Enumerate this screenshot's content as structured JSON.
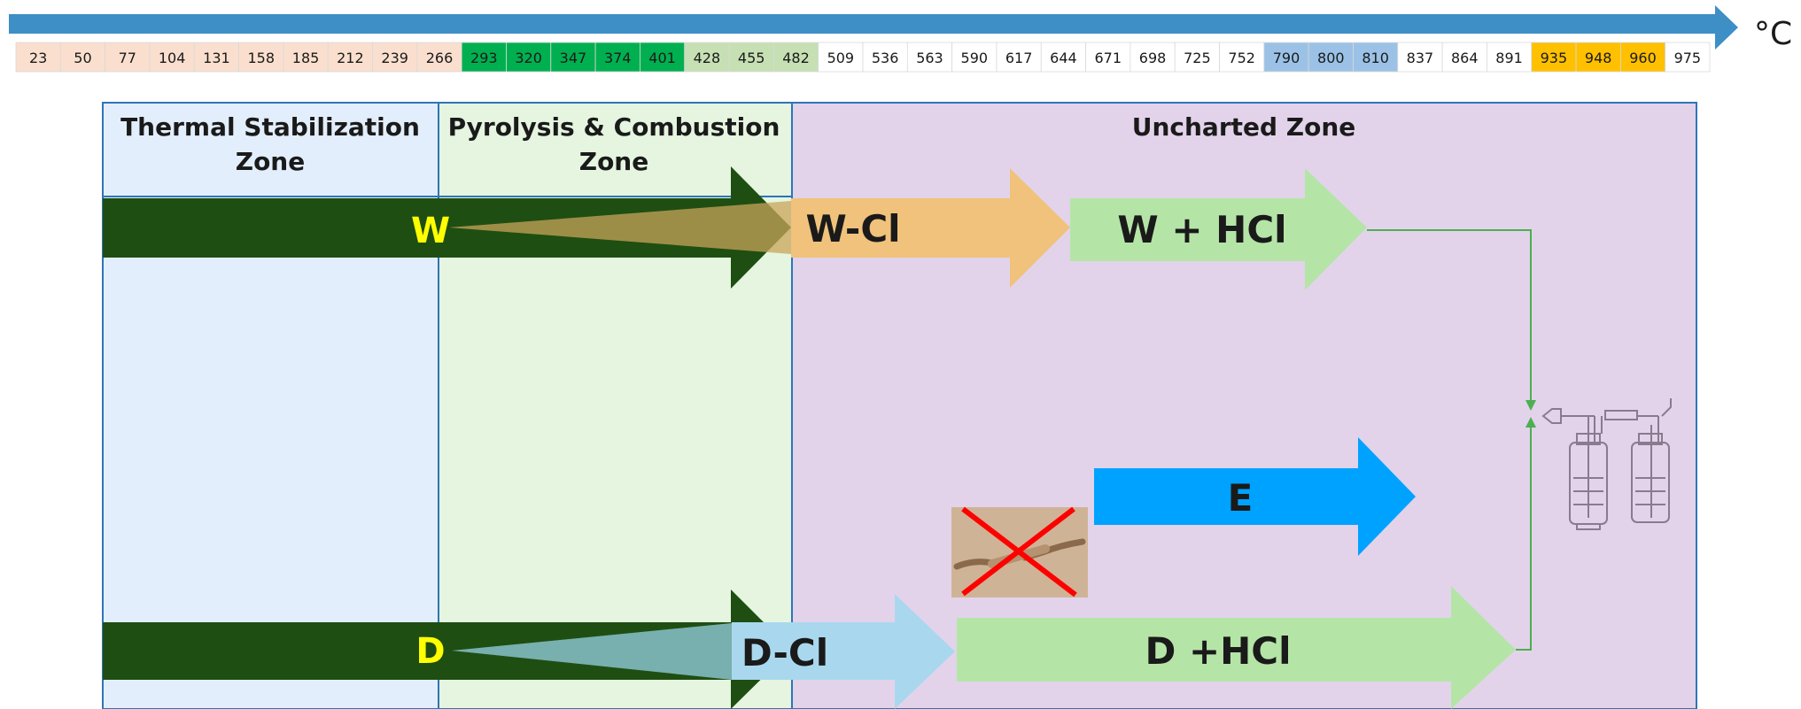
{
  "title_text": "",
  "temperature_axis": {
    "unit": "°C",
    "ticks": [
      "23",
      "50",
      "77",
      "104",
      "131",
      "158",
      "185",
      "212",
      "239",
      "266",
      "293",
      "320",
      "347",
      "374",
      "401",
      "428",
      "455",
      "482",
      "509",
      "536",
      "563",
      "590",
      "617",
      "644",
      "671",
      "698",
      "725",
      "752",
      "790",
      "800",
      "810",
      "837",
      "864",
      "891",
      "935",
      "948",
      "960",
      "975"
    ],
    "highlight_colors": [
      "#fadfce",
      "#fadfce",
      "#fadfce",
      "#fadfce",
      "#fadfce",
      "#fadfce",
      "#fadfce",
      "#fadfce",
      "#fadfce",
      "#fadfce",
      "#00b050",
      "#00b050",
      "#00b050",
      "#00b050",
      "#00b050",
      "#c6e0b4",
      "#c6e0b4",
      "#c6e0b4",
      "#ffffff",
      "#ffffff",
      "#ffffff",
      "#ffffff",
      "#ffffff",
      "#ffffff",
      "#ffffff",
      "#ffffff",
      "#ffffff",
      "#ffffff",
      "#9bc2e6",
      "#9bc2e6",
      "#9bc2e6",
      "#ffffff",
      "#ffffff",
      "#ffffff",
      "#ffc000",
      "#ffc000",
      "#ffc000",
      "#ffffff"
    ]
  },
  "zones": {
    "thermal": "Thermal Stabilization Zone",
    "pyrolysis": "Pyrolysis & Combustion Zone",
    "uncharted": "Uncharted Zone"
  },
  "flows": {
    "w_source": "W",
    "w_cl": "W-Cl",
    "w_hcl": "W + HCl",
    "e": "E",
    "d_source": "D",
    "d_cl": "D-Cl",
    "d_hcl": "D +HCl"
  },
  "colors": {
    "axis_arrow": "#3d8fc5",
    "dark_green": "#1f4e12",
    "orange": "#f0c27b",
    "light_green": "#b4e5a7",
    "blue": "#00a2ff",
    "light_blue": "#a9d8ee",
    "thermal_bg": "#e3eefc",
    "pyrolysis_bg": "#e5f5e0",
    "uncharted_bg": "#e2d3eb",
    "connector": "#4caf50",
    "no_contact_x": "#ff0000"
  },
  "icons": {
    "no_contact": "crossed-out-handshake-icon",
    "gas_washing_bottles": "gas-washing-bottles-icon"
  }
}
